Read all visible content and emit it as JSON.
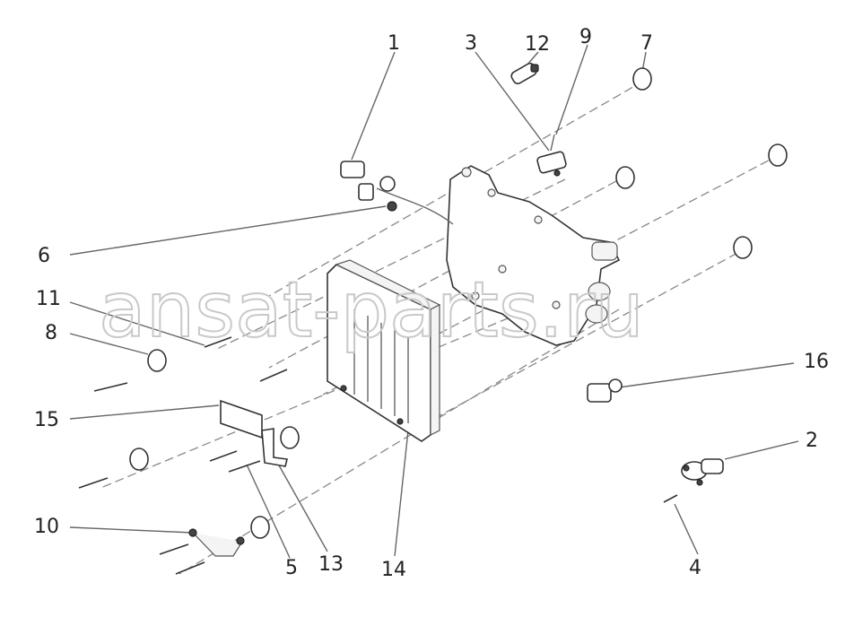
{
  "watermark": "ansat-parts.ru",
  "callouts": [
    {
      "id": "1",
      "label": "1"
    },
    {
      "id": "2",
      "label": "2"
    },
    {
      "id": "3",
      "label": "3"
    },
    {
      "id": "4",
      "label": "4"
    },
    {
      "id": "5",
      "label": "5"
    },
    {
      "id": "6",
      "label": "6"
    },
    {
      "id": "7",
      "label": "7"
    },
    {
      "id": "8",
      "label": "8"
    },
    {
      "id": "9",
      "label": "9"
    },
    {
      "id": "10",
      "label": "10"
    },
    {
      "id": "11",
      "label": "11"
    },
    {
      "id": "12",
      "label": "12"
    },
    {
      "id": "13",
      "label": "13"
    },
    {
      "id": "14",
      "label": "14"
    },
    {
      "id": "15",
      "label": "15"
    },
    {
      "id": "16",
      "label": "16"
    }
  ]
}
